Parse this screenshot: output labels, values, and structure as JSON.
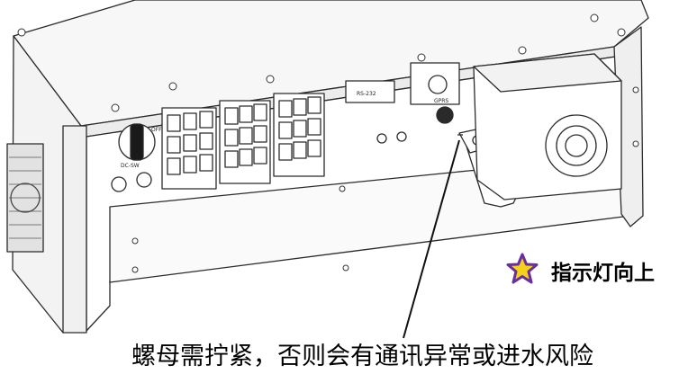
{
  "labels": {
    "rs232": "RS-232",
    "gprs": "GPRS",
    "dc_switch": "DC-SW",
    "off": "OFF"
  },
  "annotations": {
    "indicator_note": "指示灯向上",
    "warning_note": "螺母需拧紧，否则会有通讯异常或进水风险"
  },
  "colors": {
    "star_fill": "#f5d21a",
    "star_stroke": "#6a2ea0",
    "line": "#1a1a1a"
  },
  "icons": {
    "indicator": "star-icon"
  }
}
